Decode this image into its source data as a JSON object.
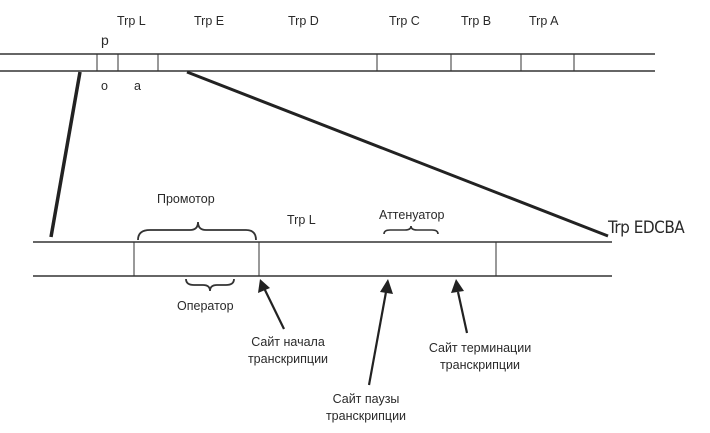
{
  "operon_labels": {
    "p": "p",
    "trp_l": "Trp L",
    "trp_e": "Trp E",
    "trp_d": "Trp D",
    "trp_c": "Trp C",
    "trp_b": "Trp B",
    "trp_a": "Trp A",
    "o": "o",
    "a": "a"
  },
  "detail_labels": {
    "promoter": "Промотор",
    "trp_l": "Trp L",
    "attenuator": "Аттенуатор",
    "trp_edcba": "Trp EDCBA",
    "operator": "Оператор"
  },
  "site_labels": {
    "transcription_start": [
      "Сайт начала",
      "транскрипции"
    ],
    "transcription_pause": [
      "Сайт паузы",
      "транскрипции"
    ],
    "transcription_termination": [
      "Сайт терминации",
      "транскрипции"
    ]
  }
}
